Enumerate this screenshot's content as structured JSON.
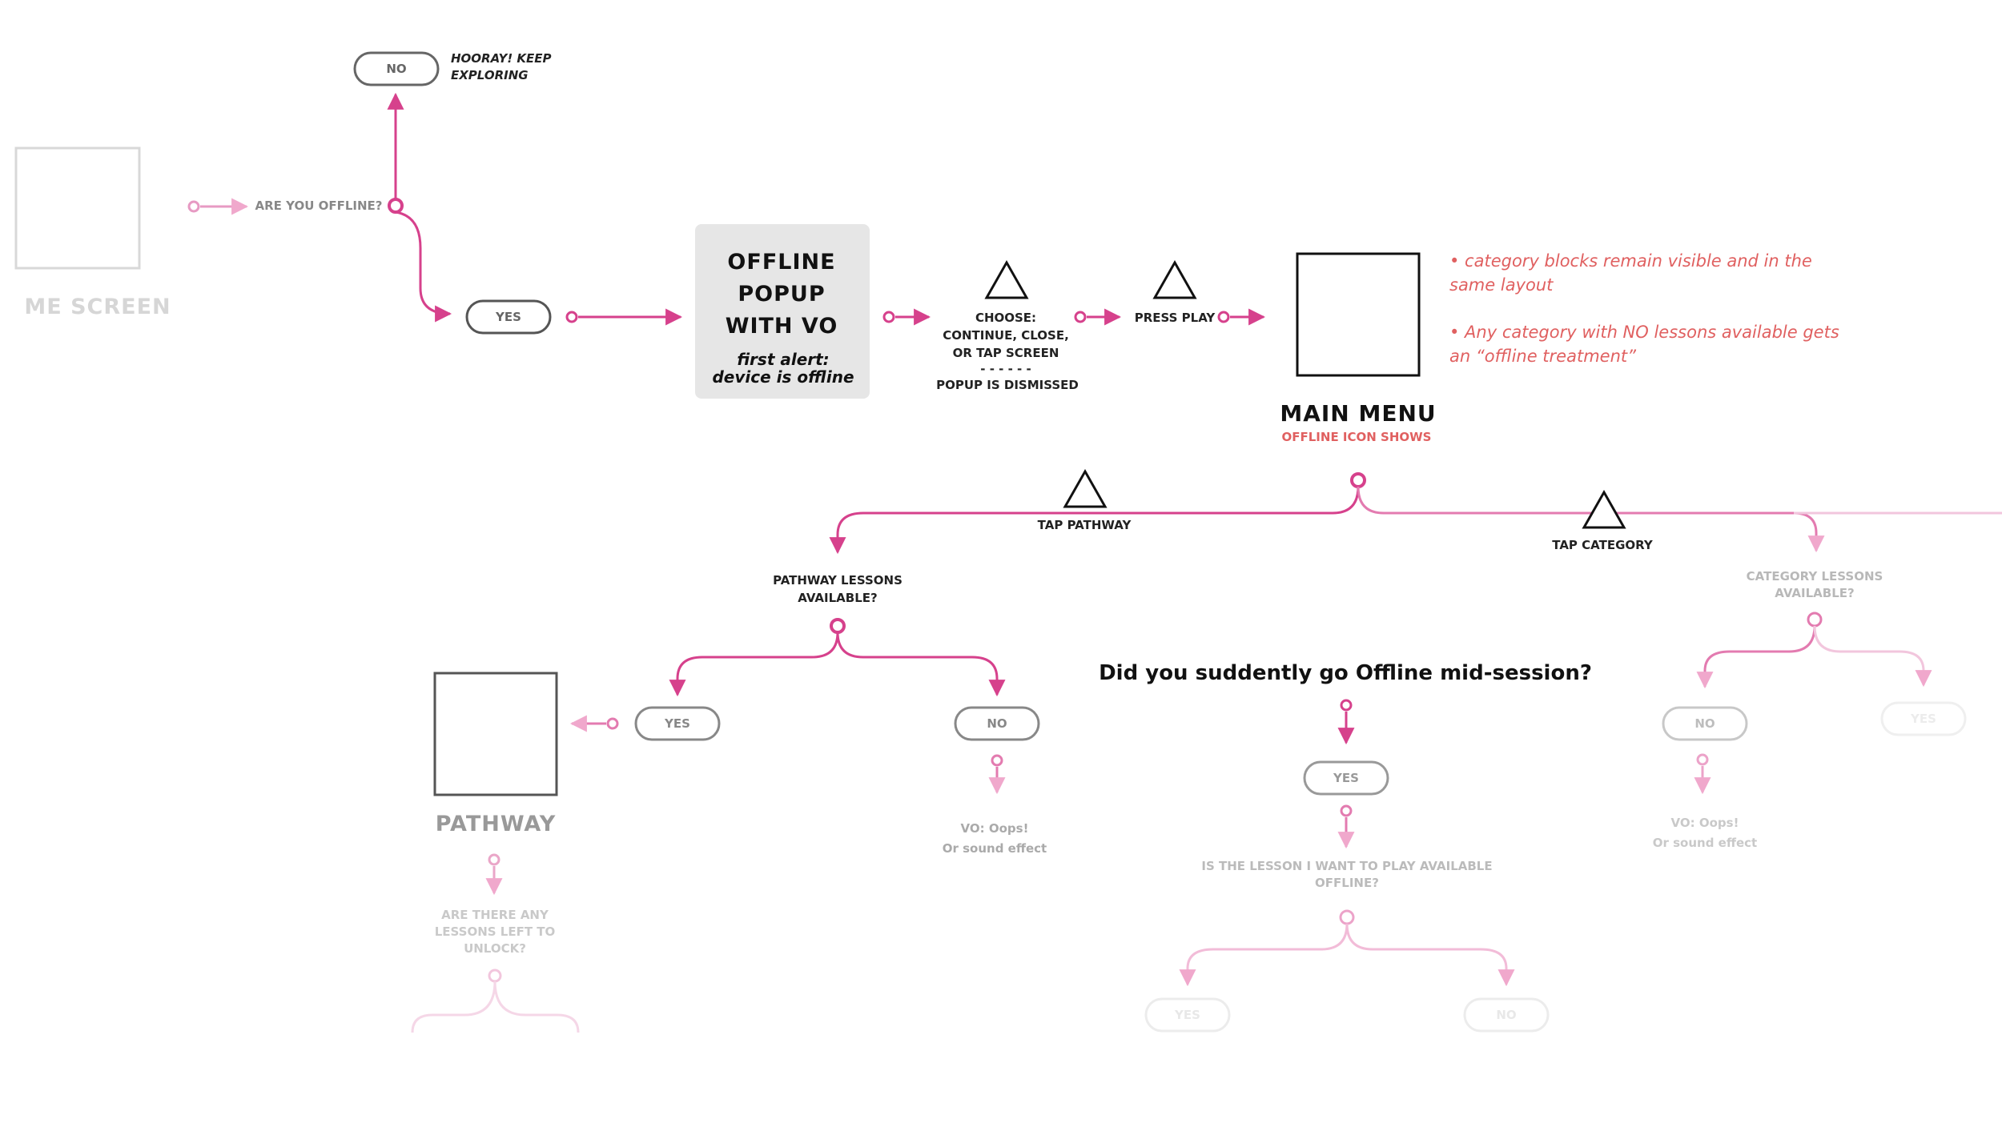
{
  "colors": {
    "flow": "#d6418c",
    "flow_faint": "#f2b8d6",
    "note": "#e06060",
    "box_fill": "#e6e6e6"
  },
  "labels": {
    "home_screen": "ME SCREEN",
    "are_you_offline": "ARE YOU OFFLINE?",
    "no_top": "NO",
    "hooray_1": "HOORAY! KEEP",
    "hooray_2": "EXPLORING",
    "yes_top": "YES",
    "popup_1": "OFFLINE",
    "popup_2": "POPUP",
    "popup_3": "WITH VO",
    "popup_alert_1": "first alert:",
    "popup_alert_2": "device is offline",
    "choose_1": "CHOOSE:",
    "choose_2": "CONTINUE, CLOSE,",
    "choose_3": "OR TAP SCREEN",
    "choose_sep": "- - - - - -",
    "choose_4": "POPUP IS DISMISSED",
    "press_play": "PRESS PLAY",
    "main_menu": "MAIN MENU",
    "offline_icon_shows": "OFFLINE ICON SHOWS",
    "note_1a": "• category blocks remain visible and in the",
    "note_1b": "same layout",
    "note_2a": "• Any category with NO lessons available gets",
    "note_2b": "an “offline treatment”",
    "tap_pathway": "TAP PATHWAY",
    "tap_category": "TAP CATEGORY",
    "pathway_lessons_1": "PATHWAY LESSONS",
    "pathway_lessons_2": "AVAILABLE?",
    "pathway_yes": "YES",
    "pathway_no": "NO",
    "pathway_title": "PATHWAY",
    "vo_oops_1": "VO: Oops!",
    "vo_oops_2": "Or sound effect",
    "lessons_left_1": "ARE THERE ANY",
    "lessons_left_2": "LESSONS LEFT TO",
    "lessons_left_3": "UNLOCK?",
    "mid_session": "Did you suddently go Offline mid-session?",
    "mid_yes": "YES",
    "lesson_offline_1": "IS THE LESSON I WANT TO PLAY AVAILABLE",
    "lesson_offline_2": "OFFLINE?",
    "mid_bottom_yes": "YES",
    "mid_bottom_no": "NO",
    "category_lessons_1": "CATEGORY LESSONS",
    "category_lessons_2": "AVAILABLE?",
    "category_no": "NO",
    "category_yes": "YES",
    "cat_vo_1": "VO: Oops!",
    "cat_vo_2": "Or sound effect"
  }
}
